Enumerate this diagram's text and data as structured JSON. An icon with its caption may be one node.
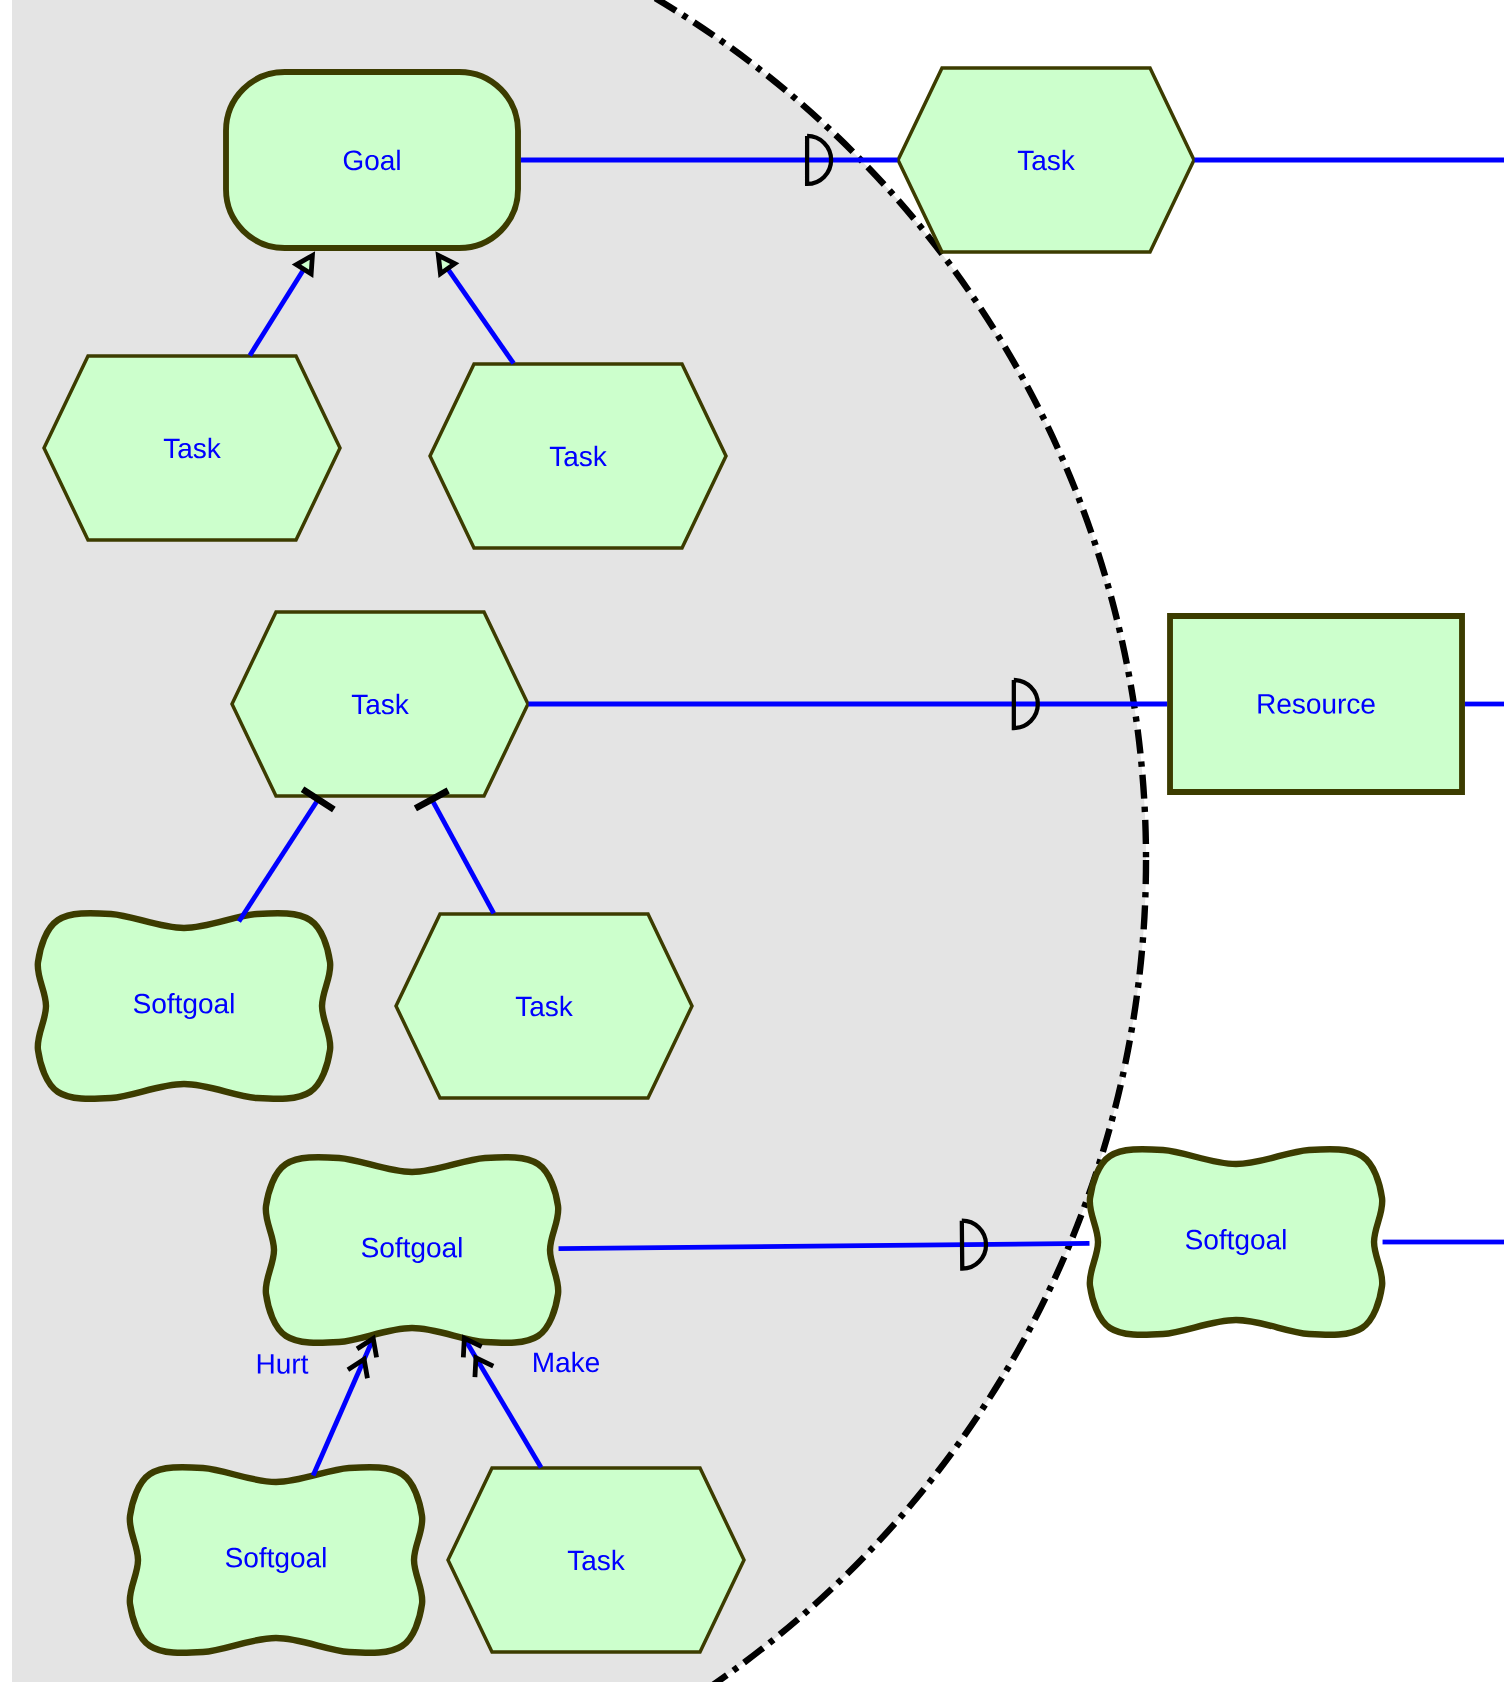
{
  "diagram": {
    "nodes": [
      {
        "text": [
          "Goal"
        ]
      },
      {
        "text": [
          "Task"
        ]
      },
      {
        "text": [
          "Task"
        ]
      },
      {
        "text": [
          "Task"
        ]
      },
      {
        "text": [
          "Task"
        ]
      },
      {
        "text": [
          "Resource"
        ]
      },
      {
        "text": [
          "Softgoal"
        ]
      },
      {
        "text": [
          "Task"
        ]
      },
      {
        "text": [
          "Softgoal"
        ]
      },
      {
        "text": [
          "Softgoal"
        ]
      },
      {
        "text": [
          "Softgoal"
        ]
      },
      {
        "text": [
          "Task"
        ]
      }
    ],
    "edges": [
      {
        "from": 0,
        "to": 1,
        "arrow": "none"
      },
      {
        "from": 1,
        "to": null,
        "arrow": "none"
      },
      {
        "from": 2,
        "to": 0,
        "arrow": "to"
      },
      {
        "from": 3,
        "to": 0,
        "arrow": "to"
      },
      {
        "from": 4,
        "to": 5,
        "arrow": "none"
      },
      {
        "from": 5,
        "to": null,
        "arrow": "none"
      },
      {
        "from": 6,
        "to": 4,
        "arrow": "other"
      },
      {
        "from": 7,
        "to": 4,
        "arrow": "other"
      },
      {
        "from": 8,
        "to": 9,
        "arrow": "none"
      },
      {
        "from": 9,
        "to": null,
        "arrow": "none"
      },
      {
        "from": 10,
        "to": 8,
        "arrow": "to",
        "label": "Hurt"
      },
      {
        "from": 11,
        "to": 8,
        "arrow": "to",
        "label": "Make"
      }
    ]
  }
}
